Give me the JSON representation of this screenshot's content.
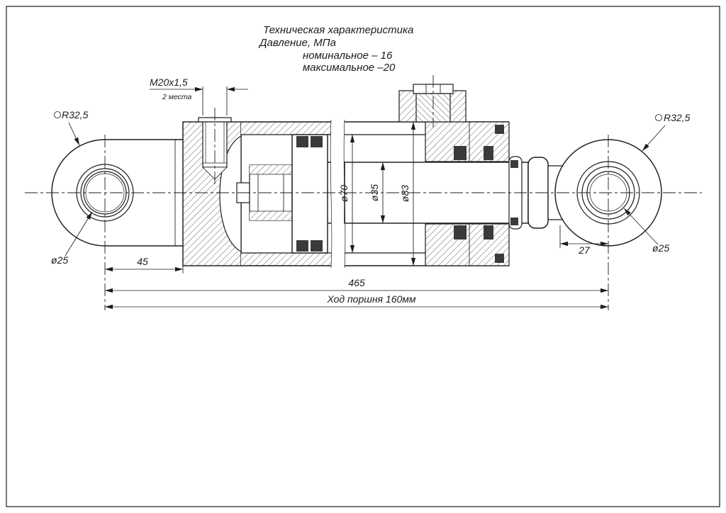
{
  "colors": {
    "ink": "#1c1c1c",
    "seal_fill": "#3a3a3a",
    "background": "#ffffff"
  },
  "tech_spec": {
    "title": "Техническая характеристика",
    "pressure_label": "Давление, МПа",
    "nominal": "номинальное – 16",
    "maximal": "максимальное –20"
  },
  "dims": {
    "thread": "М20х1,5",
    "thread_places": "2 места",
    "left_eye_radius": "R32,5",
    "right_eye_radius": "R32,5",
    "left_eye_hole": "ø25",
    "right_eye_hole": "ø25",
    "left_offset": "45",
    "right_offset": "27",
    "bore_dia": "ø70",
    "rod_dia": "ø35",
    "tube_outer_dia": "ø83",
    "overall_length": "465",
    "piston_stroke": "Ход поршня 160мм"
  }
}
